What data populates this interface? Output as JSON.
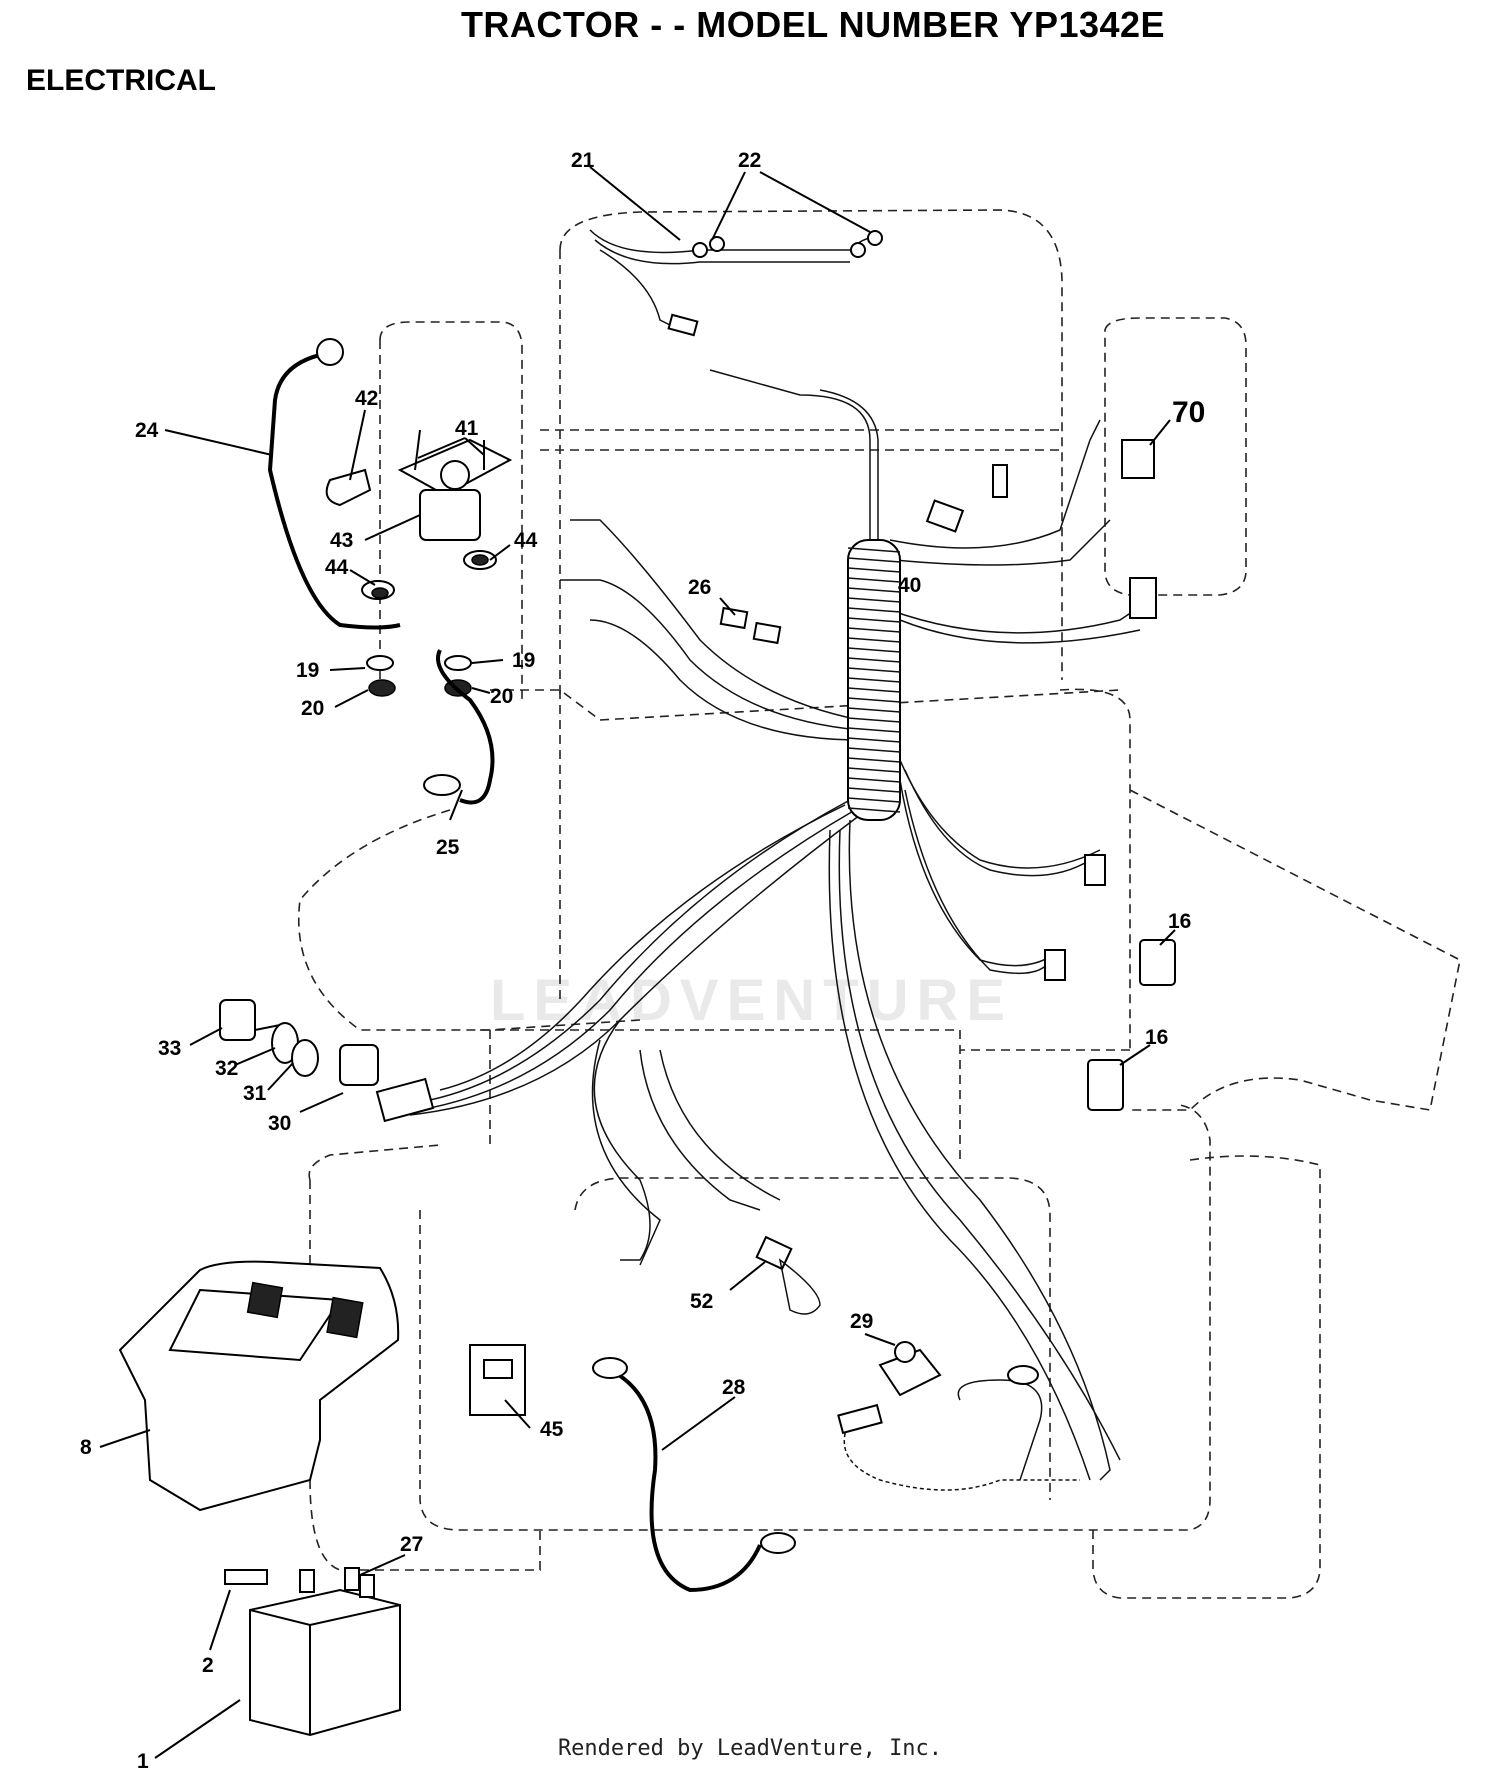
{
  "header": {
    "title": "TRACTOR - - MODEL NUMBER YP1342E",
    "section": "ELECTRICAL"
  },
  "watermark": "LEADVENTURE",
  "callouts": [
    {
      "id": "c1",
      "label": "1"
    },
    {
      "id": "c2",
      "label": "2"
    },
    {
      "id": "c8",
      "label": "8"
    },
    {
      "id": "c16a",
      "label": "16"
    },
    {
      "id": "c16b",
      "label": "16"
    },
    {
      "id": "c19a",
      "label": "19"
    },
    {
      "id": "c19b",
      "label": "19"
    },
    {
      "id": "c20a",
      "label": "20"
    },
    {
      "id": "c20b",
      "label": "20"
    },
    {
      "id": "c21",
      "label": "21"
    },
    {
      "id": "c22",
      "label": "22"
    },
    {
      "id": "c24",
      "label": "24"
    },
    {
      "id": "c25",
      "label": "25"
    },
    {
      "id": "c26",
      "label": "26"
    },
    {
      "id": "c27",
      "label": "27"
    },
    {
      "id": "c28",
      "label": "28"
    },
    {
      "id": "c29",
      "label": "29"
    },
    {
      "id": "c30",
      "label": "30"
    },
    {
      "id": "c31",
      "label": "31"
    },
    {
      "id": "c32",
      "label": "32"
    },
    {
      "id": "c33",
      "label": "33"
    },
    {
      "id": "c40",
      "label": "40"
    },
    {
      "id": "c41",
      "label": "41"
    },
    {
      "id": "c42",
      "label": "42"
    },
    {
      "id": "c43",
      "label": "43"
    },
    {
      "id": "c44a",
      "label": "44"
    },
    {
      "id": "c44b",
      "label": "44"
    },
    {
      "id": "c45",
      "label": "45"
    },
    {
      "id": "c52",
      "label": "52"
    },
    {
      "id": "c70",
      "label": "70"
    }
  ],
  "footer": "Rendered by LeadVenture, Inc."
}
